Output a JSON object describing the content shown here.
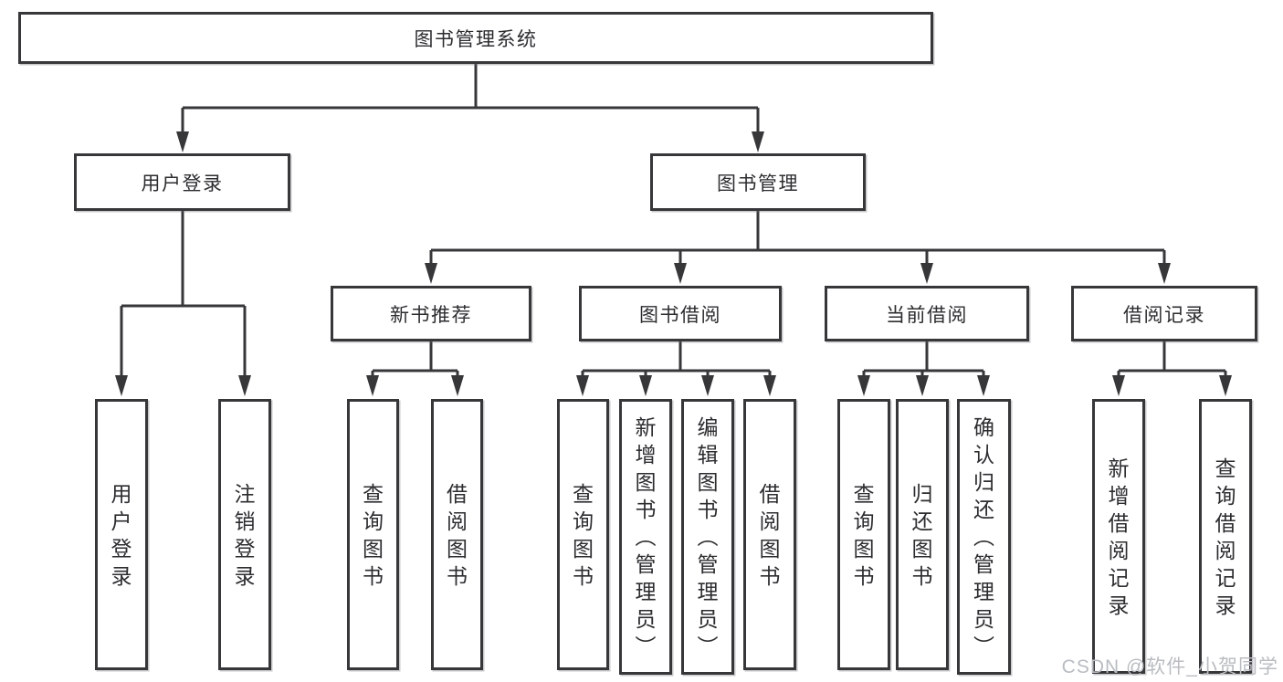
{
  "colors": {
    "line": "#37373a",
    "text": "#2d2d30",
    "box_background": "#ffffff",
    "watermark": "#b9bcc1",
    "page_background": "#ffffff"
  },
  "watermark": "CSDN @软件_小贺同学",
  "tree": {
    "label": "图书管理系统",
    "children": [
      {
        "label": "用户登录",
        "children": [
          {
            "label": "用户登录"
          },
          {
            "label": "注销登录"
          }
        ]
      },
      {
        "label": "图书管理",
        "children": [
          {
            "label": "新书推荐",
            "children": [
              {
                "label": "查询图书"
              },
              {
                "label": "借阅图书"
              }
            ]
          },
          {
            "label": "图书借阅",
            "children": [
              {
                "label": "查询图书"
              },
              {
                "label": "新增图书（管理员）"
              },
              {
                "label": "编辑图书（管理员）"
              },
              {
                "label": "借阅图书"
              }
            ]
          },
          {
            "label": "当前借阅",
            "children": [
              {
                "label": "查询图书"
              },
              {
                "label": "归还图书"
              },
              {
                "label": "确认归还（管理员）"
              }
            ]
          },
          {
            "label": "借阅记录",
            "children": [
              {
                "label": "新增借阅记录"
              },
              {
                "label": "查询借阅记录"
              }
            ]
          }
        ]
      }
    ]
  }
}
